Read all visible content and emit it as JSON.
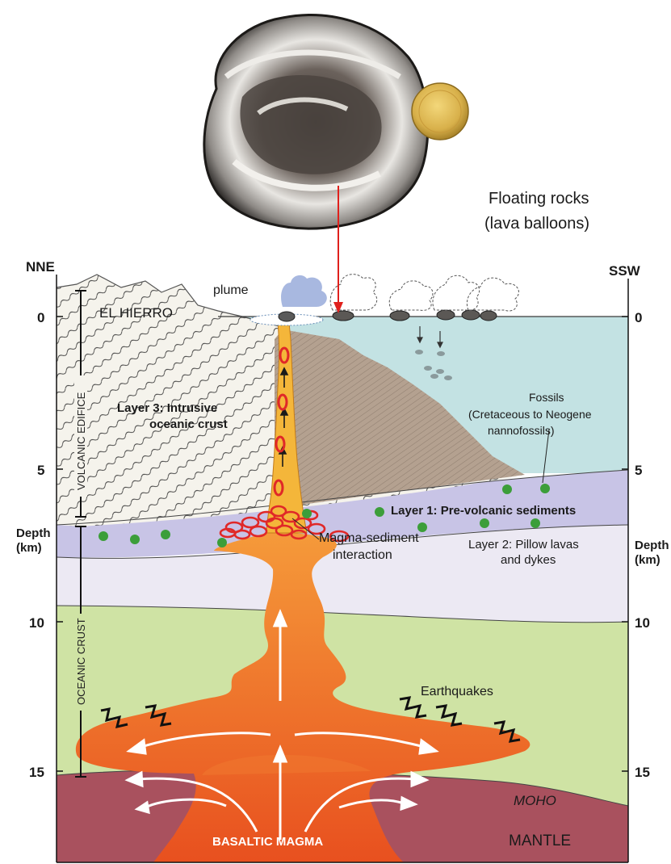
{
  "orientation": {
    "left": "NNE",
    "right": "SSW"
  },
  "axis": {
    "ticks": [
      "0",
      "5",
      "10",
      "15"
    ],
    "label_line1": "Depth",
    "label_line2": "(km)"
  },
  "callouts": {
    "floating_rocks_line1": "Floating rocks",
    "floating_rocks_line2": "(lava balloons)",
    "plume": "plume",
    "el_hierro": "EL HIERRO",
    "volcanic_edifice": "VOLCANIC EDIFICE",
    "oceanic_crust": "OCEANIC CRUST",
    "layer3_line1": "Layer  3: Intrusive",
    "layer3_line2": "oceanic crust",
    "fossils_line1": "Fossils",
    "fossils_line2": "(Cretaceous to Neogene",
    "fossils_line3": "nannofossils)",
    "layer1": "Layer 1: Pre-volcanic sediments",
    "mag_sed_line1": "Magma-sediment",
    "mag_sed_line2": "interaction",
    "layer2_line1": "Layer 2: Pillow lavas",
    "layer2_line2": "and dykes",
    "earthquakes": "Earthquakes",
    "moho": "MOHO",
    "mantle": "MANTLE",
    "basaltic_magma": "BASALTIC MAGMA"
  },
  "colors": {
    "sea": "#c3e2e3",
    "edifice": "#f5f3ec",
    "sediment_wedge": "#b4a190",
    "layer1": "#c8c4e6",
    "layer2": "#ece9f3",
    "crust": "#cfe3a4",
    "mantle": "#a9515e",
    "magma": "#ef6a2c",
    "conduit": "#f4b63a",
    "interaction_rings": "#e02828",
    "fossils": "#3c9e3a",
    "pointer_arrow": "#e0201c"
  }
}
